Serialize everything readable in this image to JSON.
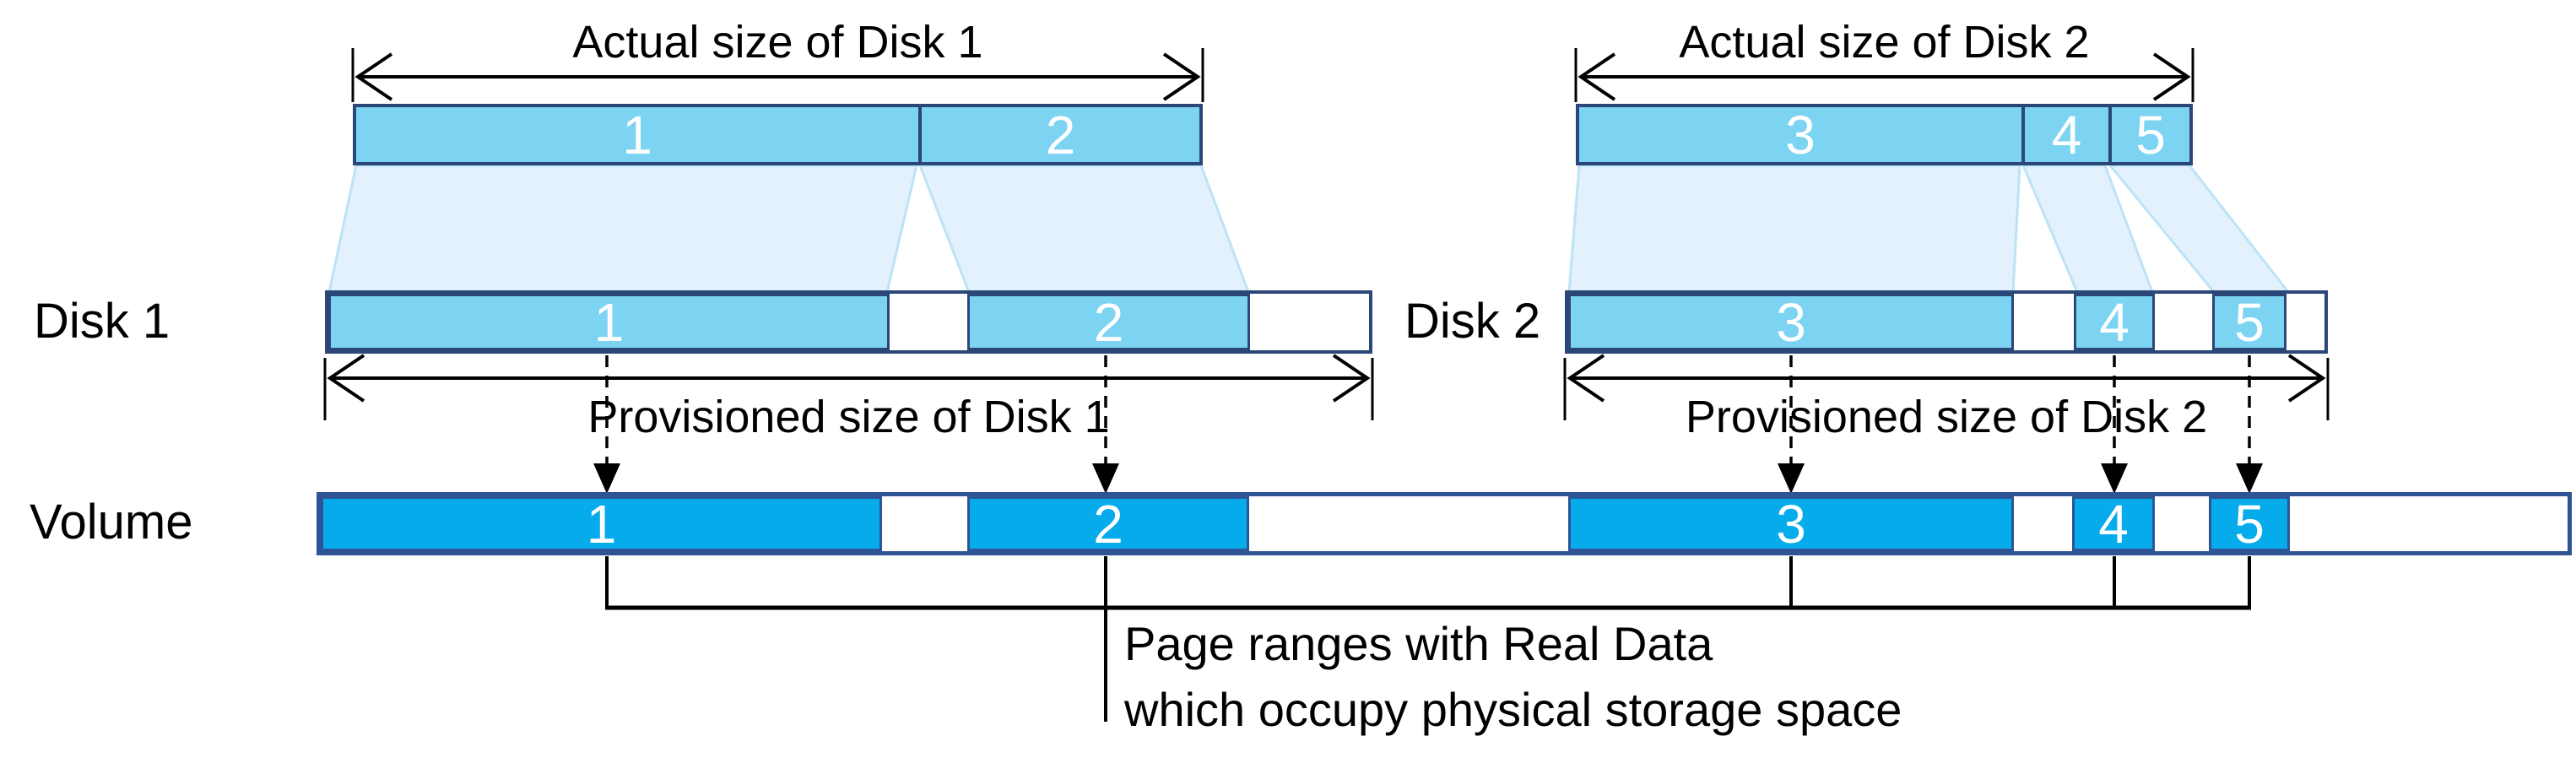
{
  "disk1": {
    "row_label": "Disk 1",
    "actual_size_label": "Actual size of Disk 1",
    "provisioned_size_label": "Provisioned size of Disk 1",
    "actual_segments": [
      "1",
      "2"
    ],
    "provisioned_segments": [
      "1",
      "2"
    ]
  },
  "disk2": {
    "row_label": "Disk 2",
    "actual_size_label": "Actual size of Disk 2",
    "provisioned_size_label": "Provisioned size of Disk 2",
    "actual_segments": [
      "3",
      "4",
      "5"
    ],
    "provisioned_segments": [
      "3",
      "4",
      "5"
    ]
  },
  "volume": {
    "row_label": "Volume",
    "segments": [
      "1",
      "2",
      "3",
      "4",
      "5"
    ]
  },
  "annotation": {
    "line1": "Page ranges with Real Data",
    "line2": "which occupy physical storage space"
  },
  "colors": {
    "light_segment_fill": "#7DD4F2",
    "light_bar_border": "#2A4778",
    "volume_segment_fill": "#05ABEB",
    "volume_bar_border": "#2E5496",
    "mapping_shade_fill": "#E2F1FB",
    "mapping_shade_edge": "#BCE3F6",
    "line_color": "#000000",
    "segment_number_color": "#FFFFFF"
  }
}
